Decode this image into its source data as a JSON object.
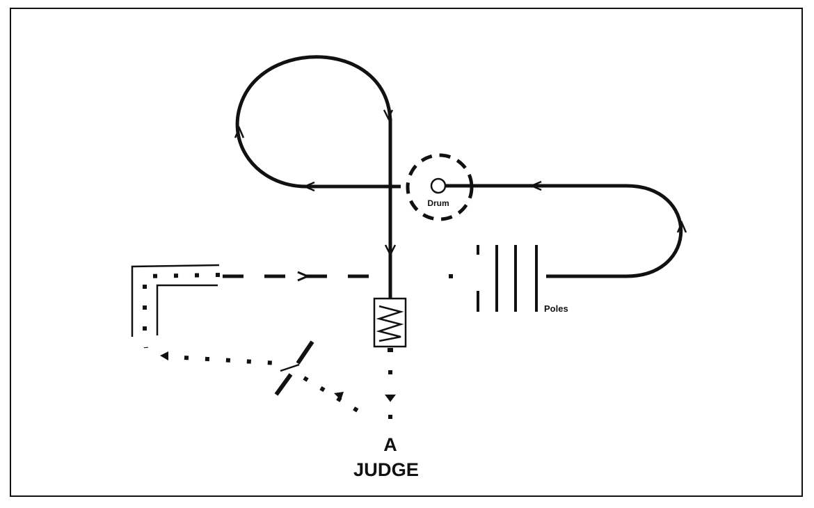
{
  "labels": {
    "drum": "Drum",
    "poles": "Poles",
    "position": "A",
    "judge": "JUDGE"
  },
  "colors": {
    "ink": "#111111",
    "background": "#ffffff"
  }
}
